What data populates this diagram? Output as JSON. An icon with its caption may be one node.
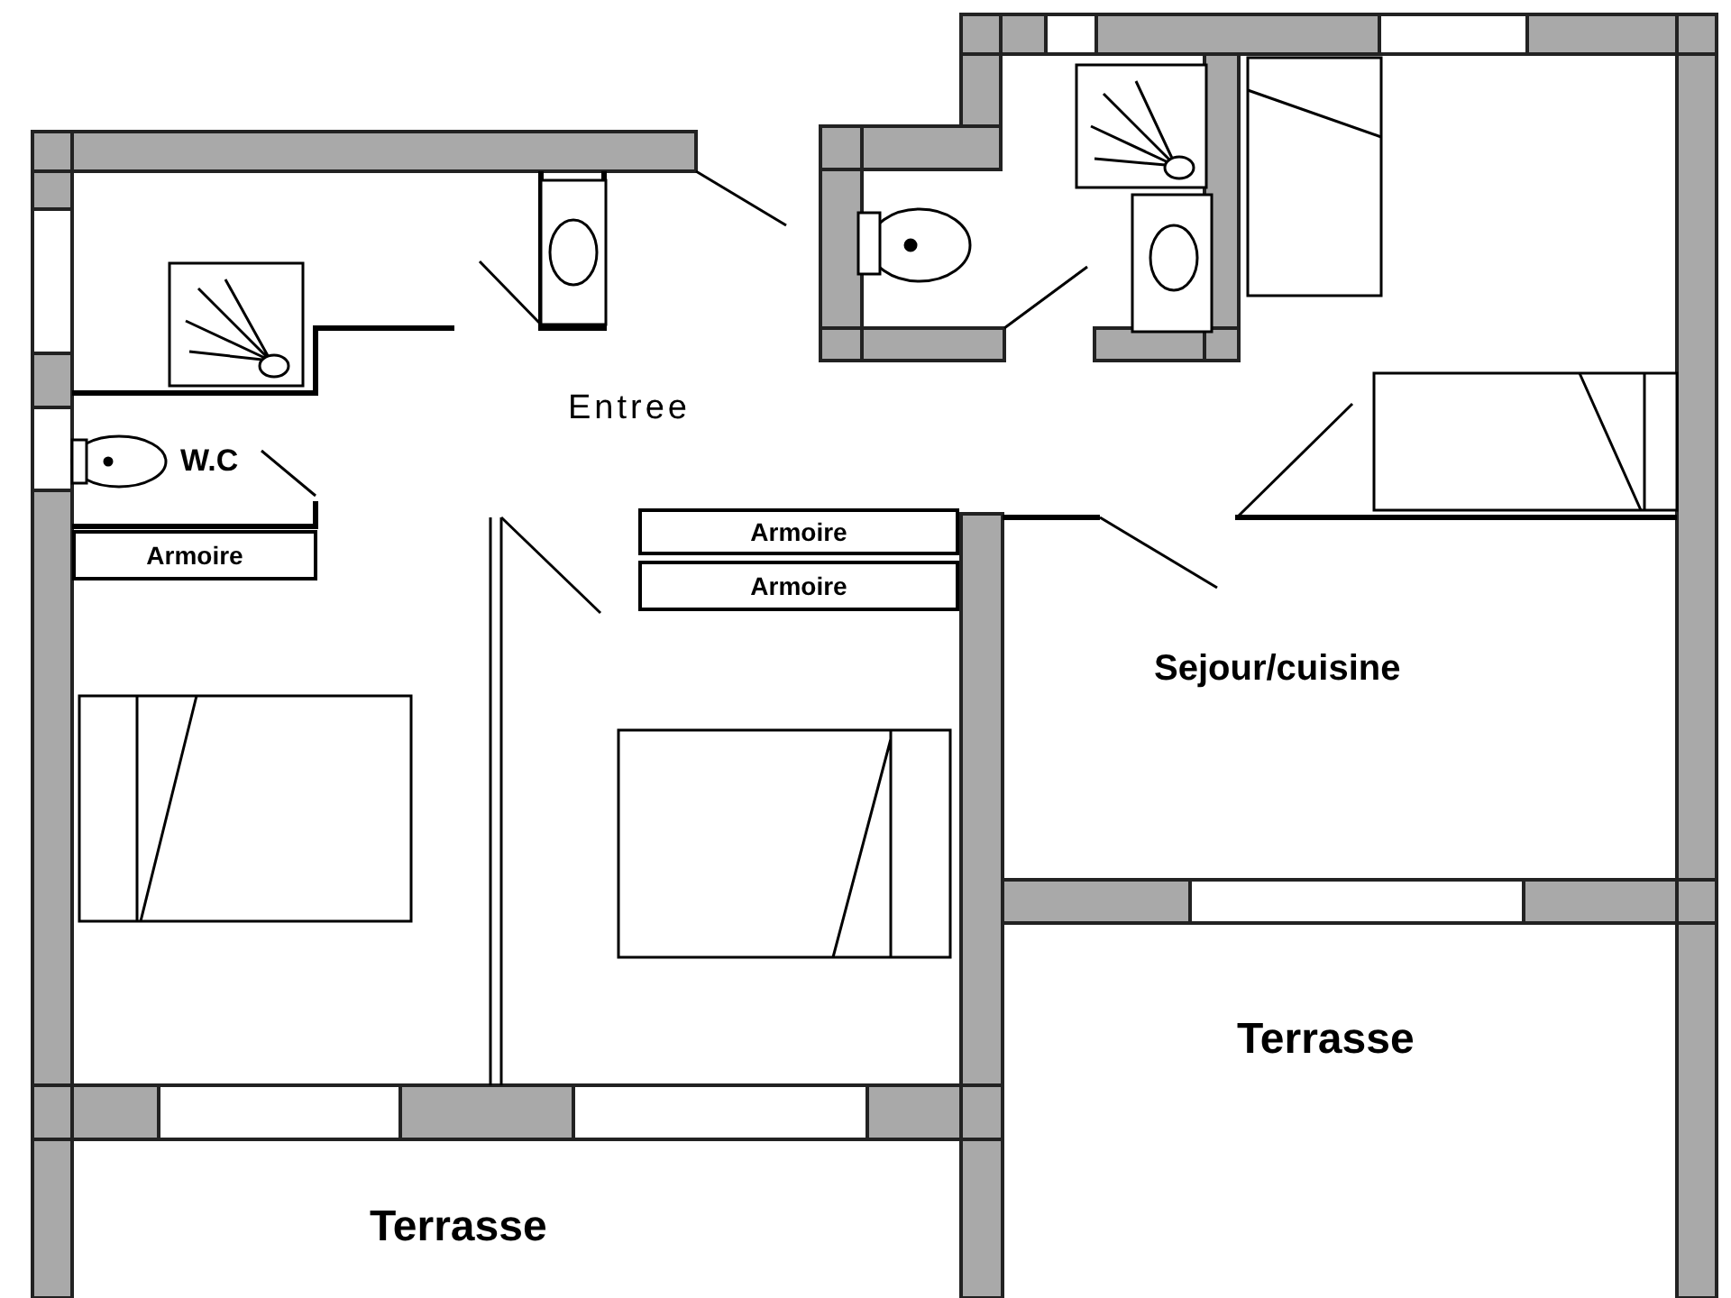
{
  "diagram": {
    "nodes": [
      {
        "text": [
          "Armoire"
        ]
      },
      {
        "text": [
          "Armoire"
        ]
      },
      {
        "text": [
          "Armoire"
        ]
      }
    ],
    "labels": [
      "Entree",
      "W.C",
      "Sejour/cuisine",
      "Terrasse",
      "Terrasse"
    ]
  }
}
